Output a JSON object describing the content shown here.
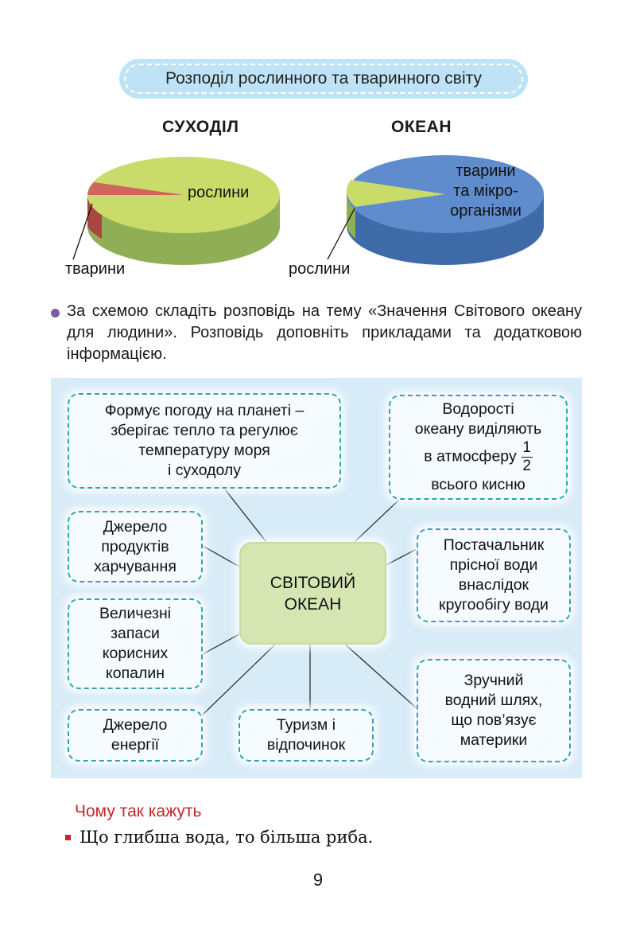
{
  "header": {
    "title": "Розподіл рослинного та тваринного світу"
  },
  "charts": {
    "land": {
      "title": "СУХОДІЛ",
      "plants_label": "рослини",
      "animals_label": "тварини"
    },
    "ocean": {
      "title": "ОКЕАН",
      "animals_label_lines": [
        "тварини",
        "та мікро-",
        "організми"
      ],
      "plants_label": "рослини"
    }
  },
  "colors": {
    "plants": "#c9dc6a",
    "animals_land": "#d06560",
    "ocean_animals": "#5f8ccd",
    "pill": "#bfe3f6",
    "scheme_bg": "#d8ecf8",
    "accent_red": "#c6262a"
  },
  "task": {
    "text": "За схемою складіть розповідь на тему «Значення Світового океану для людини». Розповідь доповніть прикладами та додатковою інформацією."
  },
  "scheme": {
    "center_lines": [
      "СВІТОВИЙ",
      "ОКЕАН"
    ],
    "weather_lines": [
      "Формує погоду на планеті –",
      "зберігає тепло та регулює",
      "температуру моря",
      "і суходолу"
    ],
    "algae_lines": [
      "Водорості",
      "океану виділяють",
      "в атмосферу",
      "всього кисню"
    ],
    "algae_frac": {
      "num": "1",
      "den": "2"
    },
    "food_lines": [
      "Джерело",
      "продуктів",
      "харчування"
    ],
    "water_lines": [
      "Постачальник",
      "прісної води",
      "внаслідок",
      "кругообігу води"
    ],
    "minerals_lines": [
      "Величезні",
      "запаси",
      "корисних",
      "копалин"
    ],
    "route_lines": [
      "Зручний",
      "водний шлях,",
      "що пов’язує",
      "материки"
    ],
    "energy_lines": [
      "Джерело",
      "енергії"
    ],
    "tourism_lines": [
      "Туризм і",
      "відпочинок"
    ]
  },
  "saying": {
    "title": "Чому так кажуть",
    "text": "Що глибша вода, то більша риба."
  },
  "page": {
    "number": "9"
  }
}
